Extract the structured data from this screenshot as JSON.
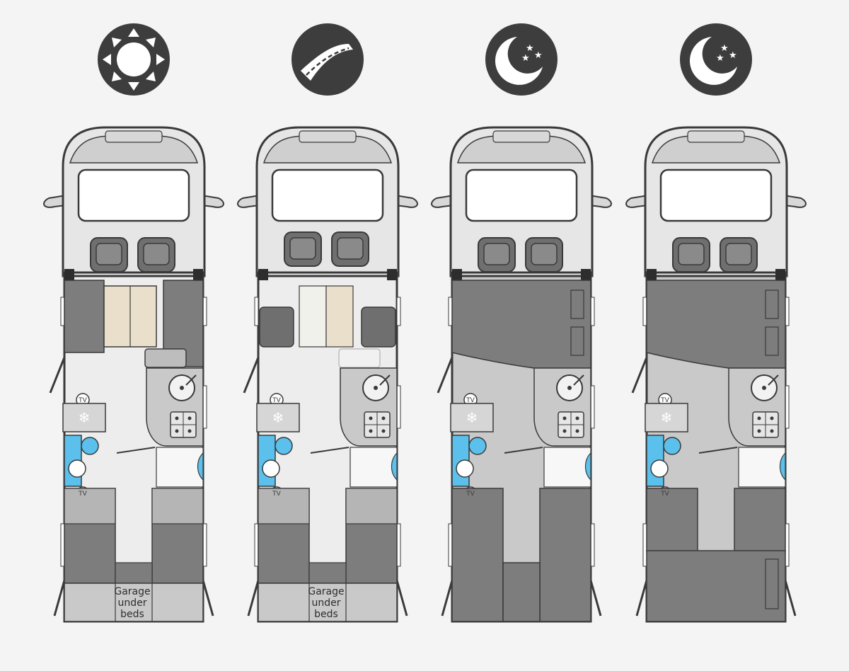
{
  "colors": {
    "background": "#f4f4f4",
    "outline": "#3a3a3a",
    "icon_circle": "#3d3d3d",
    "seat": "#6f6f6f",
    "floor_light": "#ededed",
    "floor_mid": "#c9c9c9",
    "bed_dark": "#7d7d7d",
    "cushion": "#eadfcb",
    "blue": "#5bc0eb"
  },
  "layouts": [
    {
      "mode": "day-icon"
    },
    {
      "mode": "drive-icon"
    },
    {
      "mode": "night-icon"
    },
    {
      "mode": "night-icon"
    }
  ],
  "labels": {
    "tv": "TV",
    "garage_line1": "Garage",
    "garage_line2": "under",
    "garage_line3": "beds"
  }
}
